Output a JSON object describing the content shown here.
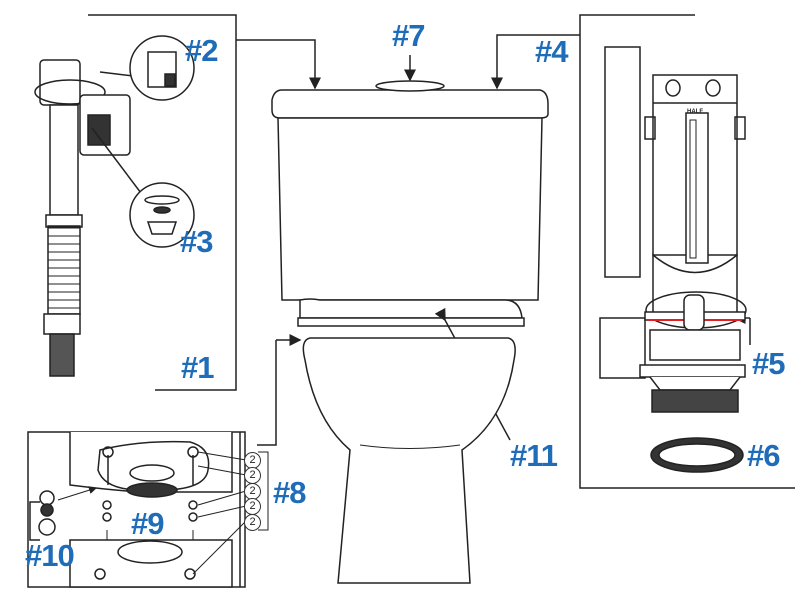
{
  "labels": {
    "p1": "#1",
    "p2": "#2",
    "p3": "#3",
    "p4": "#4",
    "p5": "#5",
    "p6": "#6",
    "p7": "#7",
    "p8": "#8",
    "p9": "#9",
    "p10": "#10",
    "p11": "#11"
  },
  "quantities": [
    "2",
    "2",
    "2",
    "2",
    "2"
  ],
  "flush_valve_text": "HALF",
  "colors": {
    "label": "#1f6cb8",
    "line": "#222222",
    "seal_red": "#e02020"
  }
}
